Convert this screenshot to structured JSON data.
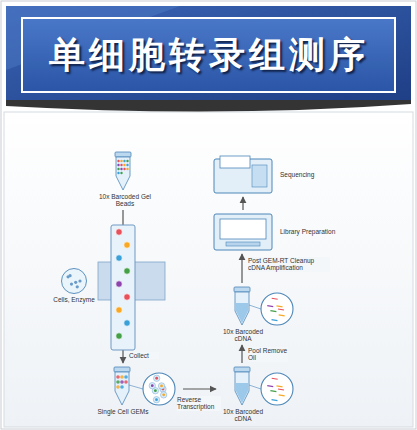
{
  "diagram": {
    "title": "单细胞转录组测序",
    "nodes": [
      {
        "text": [
          "10x Barcoded Gel Beads"
        ]
      },
      {
        "text": [
          "Cells, Enzyme"
        ]
      },
      {
        "text": [
          "Single Cell GEMs"
        ]
      },
      {
        "text": [
          "10x Barcoded cDNA"
        ]
      },
      {
        "text": [
          "10x Barcoded cDNA"
        ]
      },
      {
        "text": [
          "Library Preparation"
        ]
      },
      {
        "text": [
          "Sequencing"
        ]
      }
    ],
    "edges": [
      {
        "from": 0,
        "to": 2,
        "arrow": "to",
        "label": "Collect"
      },
      {
        "from": 2,
        "to": 3,
        "arrow": "to",
        "label": "Reverse Transcription"
      },
      {
        "from": 3,
        "to": 4,
        "arrow": "to",
        "label": "Pool Remove Oil"
      },
      {
        "from": 4,
        "to": 5,
        "arrow": "to",
        "label": "Post GEM-RT Cleanup cDNA Amplification"
      },
      {
        "from": 5,
        "to": 6,
        "arrow": "to"
      }
    ]
  }
}
